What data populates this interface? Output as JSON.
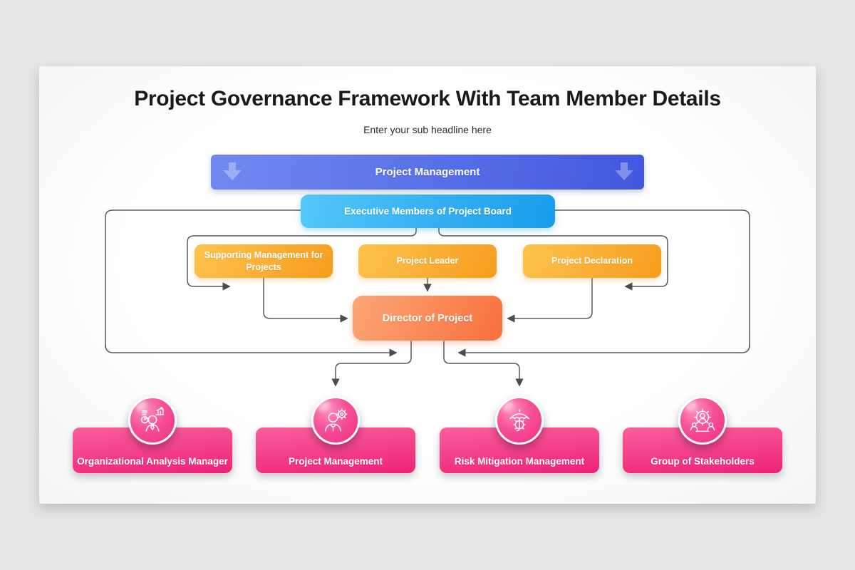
{
  "colors": {
    "page_background": "#e7e5e6",
    "banner_gradient": [
      "#7289f1",
      "#4157dd"
    ],
    "executive_gradient": [
      "#55c7fa",
      "#189ceb"
    ],
    "middle_gradient": [
      "#fdc34f",
      "#f69c1d"
    ],
    "director_gradient": [
      "#fba676",
      "#f8703c"
    ],
    "team_gradient": [
      "#fa5f9e",
      "#ec2277"
    ],
    "connector": "#55565a"
  },
  "header": {
    "title": "Project Governance Framework With Team Member Details",
    "subtitle": "Enter your sub headline here"
  },
  "diagram": {
    "banner": {
      "label": "Project Management",
      "icons": [
        "down-arrow",
        "down-arrow"
      ]
    },
    "executive": {
      "label": "Executive Members of Project Board"
    },
    "middle_row": [
      {
        "label": "Supporting Management for Projects"
      },
      {
        "label": "Project Leader"
      },
      {
        "label": "Project Declaration"
      }
    ],
    "director": {
      "label": "Director of Project"
    },
    "teams": [
      {
        "label": "Organizational Analysis Manager",
        "icon": "person-analytics-icon"
      },
      {
        "label": "Project Management",
        "icon": "person-gear-icon"
      },
      {
        "label": "Risk Mitigation Management",
        "icon": "umbrella-gear-icon"
      },
      {
        "label": "Group of Stakeholders",
        "icon": "people-gear-icon"
      }
    ]
  }
}
